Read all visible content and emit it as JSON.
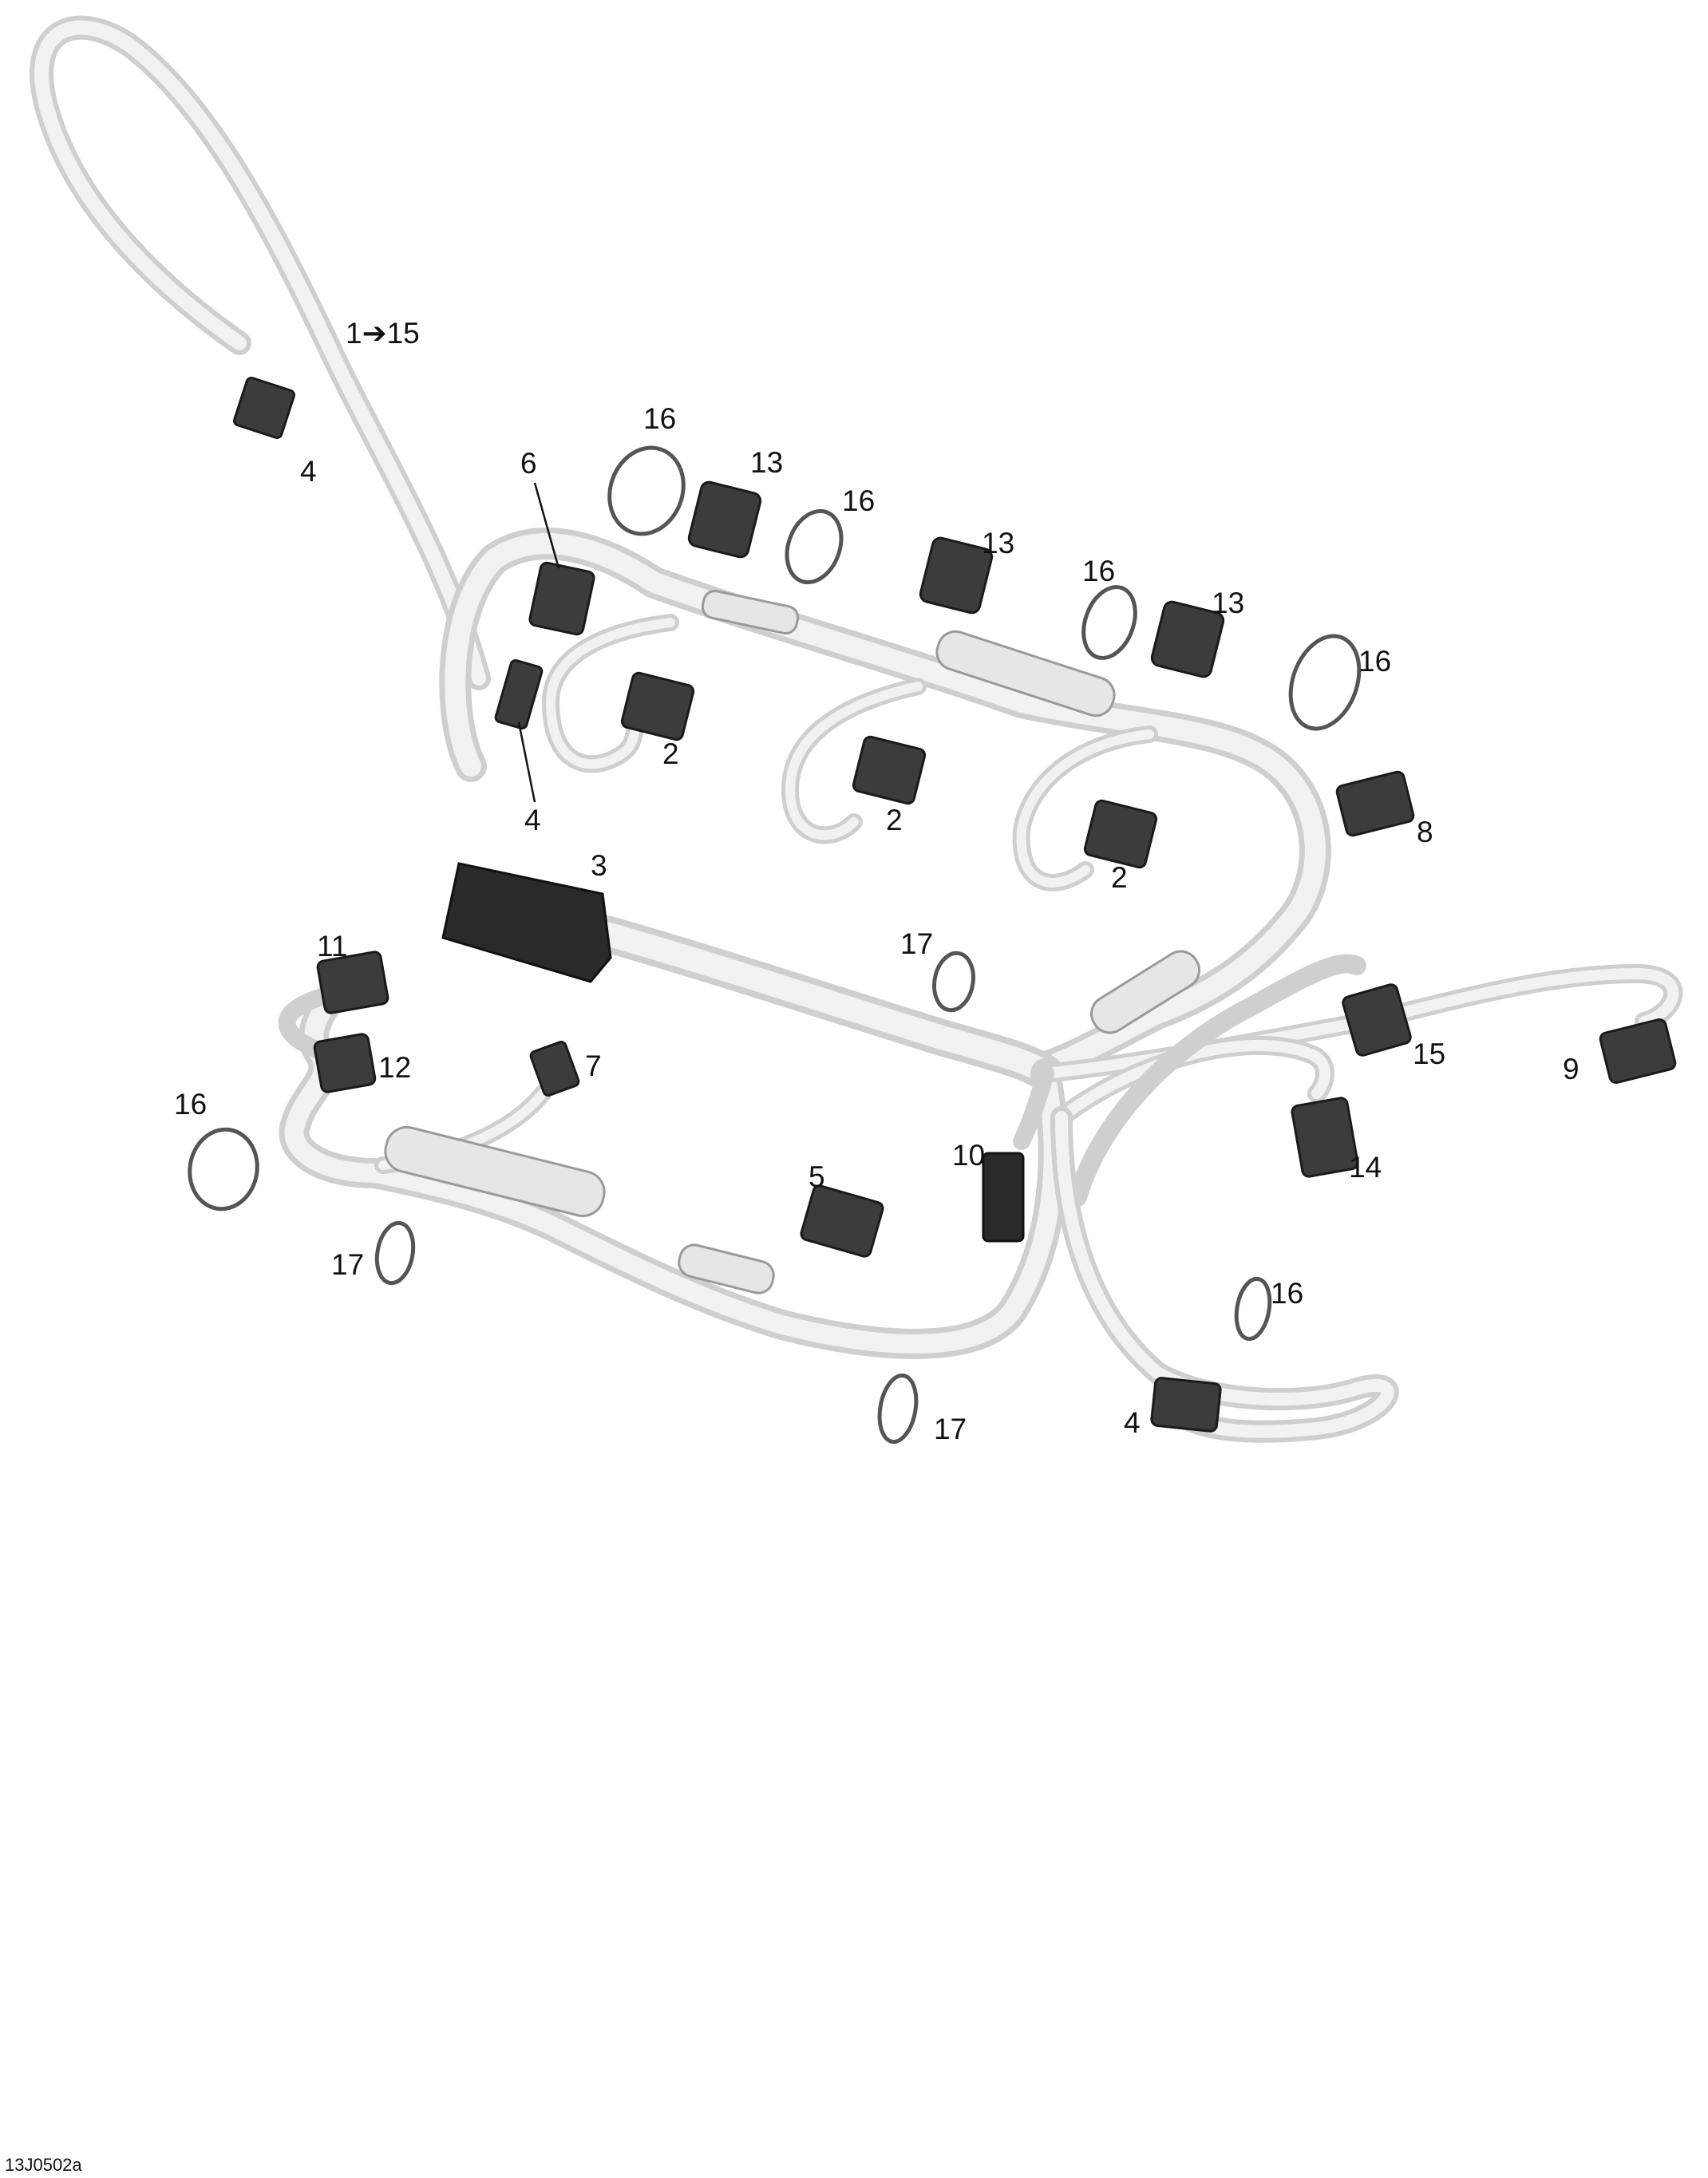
{
  "diagram": {
    "figure_id": "13J0502a",
    "kit_note": "1➔15",
    "callouts": {
      "c4_top": "4",
      "c6": "6",
      "c16_a": "16",
      "c13_a": "13",
      "c16_b": "16",
      "c13_b": "13",
      "c16_c": "16",
      "c13_c": "13",
      "c16_d": "16",
      "c2_a": "2",
      "c4_mid": "4",
      "c2_b": "2",
      "c2_c": "2",
      "c8": "8",
      "c3": "3",
      "c17_a": "17",
      "c11": "11",
      "c12": "12",
      "c7": "7",
      "c16_e": "16",
      "c15": "15",
      "c9": "9",
      "c10": "10",
      "c14": "14",
      "c5": "5",
      "c17_b": "17",
      "c16_f": "16",
      "c4_bottom": "4",
      "c17_c": "17"
    }
  }
}
